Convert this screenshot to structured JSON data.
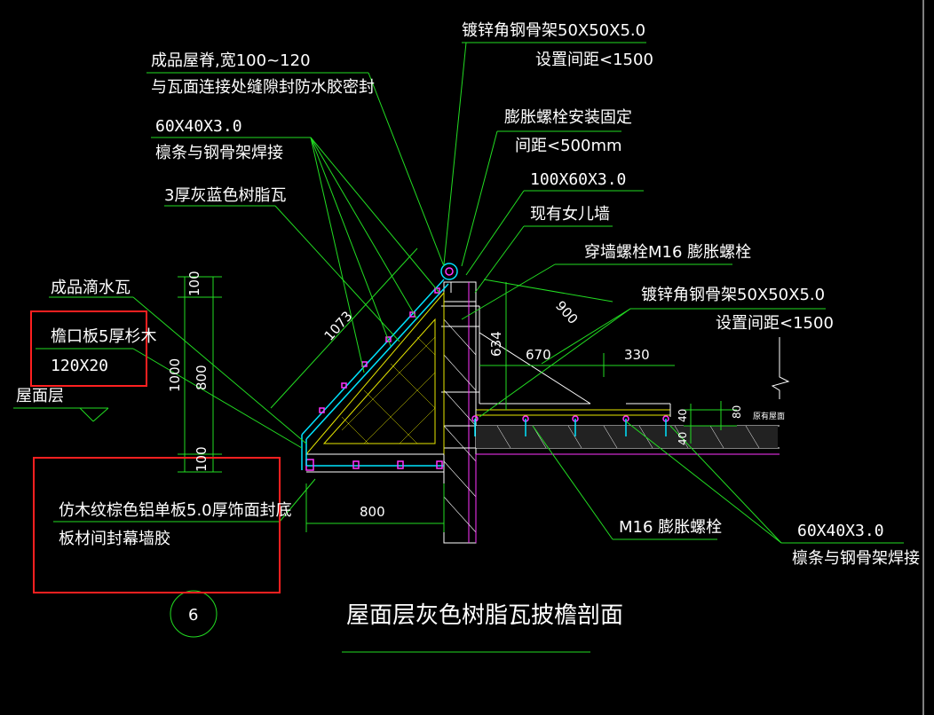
{
  "labels": {
    "ridge_1": "成品屋脊,宽100~120",
    "ridge_2": "与瓦面连接处缝隙封防水胶密封",
    "purlin_top_1": "60X40X3.0",
    "purlin_top_2": "檩条与钢骨架焊接",
    "resin_tile": "3厚灰蓝色树脂瓦",
    "drip_tile": "成品滴水瓦",
    "fascia_1": "檐口板5厚杉木",
    "fascia_2": "120X20",
    "roof_level": "屋面层",
    "soffit_1": "仿木纹棕色铝单板5.0厚饰面封底",
    "soffit_2": "板材间封幕墙胶",
    "angle_top_1": "镀锌角钢骨架50X50X5.0",
    "angle_top_2": "设置间距<1500",
    "anchor_1": "膨胀螺栓安装固定",
    "anchor_2": "间距<500mm",
    "tube": "100X60X3.0",
    "parapet": "现有女儿墙",
    "through_bolt": "穿墙螺栓M16 膨胀螺栓",
    "angle_right_1": "镀锌角钢骨架50X50X5.0",
    "angle_right_2": "设置间距<1500",
    "m16_bolt": "M16 膨胀螺栓",
    "purlin_right_1": "60X40X3.0",
    "purlin_right_2": "檩条与钢骨架焊接",
    "existing_roof": "原有屋面",
    "detail_no": "6",
    "title": "屋面层灰色树脂瓦披檐剖面"
  },
  "dimensions": {
    "d100_top": "100",
    "d800_v": "800",
    "d1000": "1000",
    "d100_bot": "100",
    "d1073": "1073",
    "d900": "900",
    "d634": "634",
    "d670": "670",
    "d330": "330",
    "d40_a": "40",
    "d80": "80",
    "d40_b": "40",
    "d800_h": "800"
  },
  "colors": {
    "background": "#000000",
    "leader": "#22dd22",
    "text": "#ffffff",
    "highlight_box": "#ff2020",
    "tile_line": "#00e5ff",
    "steel_node": "#ff33ff",
    "truss": "#e8e800"
  }
}
